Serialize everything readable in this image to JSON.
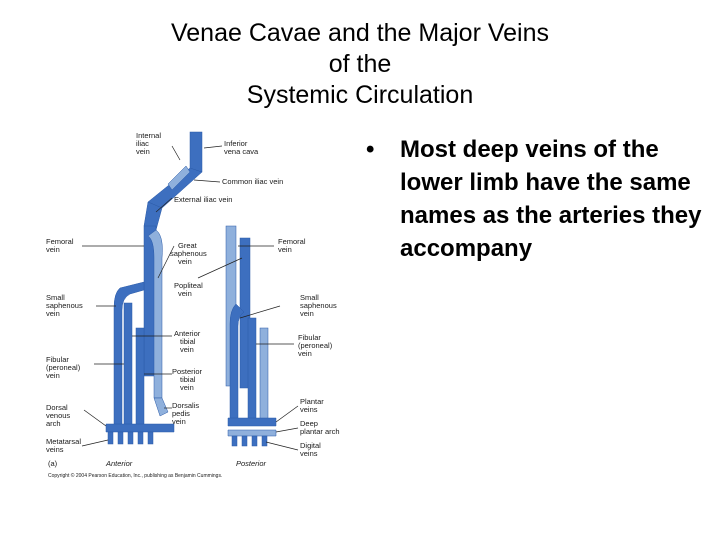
{
  "slide": {
    "title_lines": [
      "Venae Cavae and the Major Veins",
      "of the",
      "Systemic Circulation"
    ],
    "bullets": [
      "Most deep veins of the lower limb have the same names as the arteries they accompany"
    ],
    "bullet_symbol": "•"
  },
  "diagram": {
    "colors": {
      "vein_fill": "#3d6fbf",
      "vein_light": "#8fb0dc",
      "label": "#1a1a1a"
    },
    "labels": {
      "internal_iliac": [
        "Internal",
        "iliac",
        "vein"
      ],
      "inferior_vena_cava": [
        "Inferior",
        "vena cava"
      ],
      "common_iliac": [
        "Common iliac vein"
      ],
      "external_iliac": [
        "External iliac vein"
      ],
      "femoral_left": [
        "Femoral",
        "vein"
      ],
      "great_saphenous": [
        "Great",
        "saphenous",
        "vein"
      ],
      "femoral_right": [
        "Femoral",
        "vein"
      ],
      "popliteal": [
        "Popliteal",
        "vein"
      ],
      "small_saphenous_left": [
        "Small",
        "saphenous",
        "vein"
      ],
      "small_saphenous_right": [
        "Small",
        "saphenous",
        "vein"
      ],
      "anterior_tibial": [
        "Anterior",
        "tibial",
        "vein"
      ],
      "fibular_left": [
        "Fibular",
        "(peroneal)",
        "vein"
      ],
      "fibular_right": [
        "Fibular",
        "(peroneal)",
        "vein"
      ],
      "posterior_tibial": [
        "Posterior",
        "tibial",
        "vein"
      ],
      "dorsal_venous_arch": [
        "Dorsal",
        "venous",
        "arch"
      ],
      "dorsalis_pedis": [
        "Dorsalis",
        "pedis",
        "vein"
      ],
      "plantar_veins": [
        "Plantar",
        "veins"
      ],
      "deep_plantar_arch": [
        "Deep",
        "plantar arch"
      ],
      "metatarsal": [
        "Metatarsal",
        "veins"
      ],
      "digital": [
        "Digital",
        "veins"
      ],
      "panel_letter": [
        "(a)"
      ],
      "anterior_caption": [
        "Anterior"
      ],
      "posterior_caption": [
        "Posterior"
      ],
      "copyright": [
        "Copyright © 2004 Pearson Education, Inc., publishing as Benjamin Cummings."
      ]
    }
  }
}
